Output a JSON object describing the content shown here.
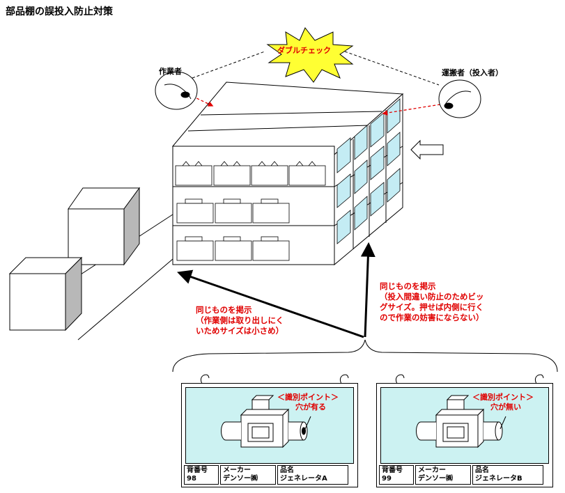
{
  "title": "部品棚の誤投入防止対策",
  "labels": {
    "worker": "作業者",
    "carrier": "運搬者（投入者）",
    "double_check": "ダブルチェック"
  },
  "notes": {
    "small": [
      "同じものを掲示",
      "（作業側は取り出しにく",
      "いためサイズは小さめ）"
    ],
    "big": [
      "同じものを掲示",
      "（投入間違い防止のためビッ",
      "グサイズ。押せば内側に行く",
      "ので作業の妨害にならない）"
    ]
  },
  "cards": [
    {
      "point_label": "＜識別ポイント＞",
      "point_desc": "穴が有る",
      "has_hole": true,
      "fields": [
        {
          "label": "背番号",
          "value": "98"
        },
        {
          "label": "メーカー",
          "value": "デンソー㈱"
        },
        {
          "label": "品名",
          "value": "ジェネレータA"
        }
      ]
    },
    {
      "point_label": "＜識別ポイント＞",
      "point_desc": "穴が無い",
      "has_hole": false,
      "fields": [
        {
          "label": "背番号",
          "value": "99"
        },
        {
          "label": "メーカー",
          "value": "デンソー㈱"
        },
        {
          "label": "品名",
          "value": "ジェネレータB"
        }
      ]
    }
  ],
  "colors": {
    "note_text": "#e00000",
    "card_fill": "#ccf2f2",
    "burst_fill": "#ffff33",
    "burst_text": "#e00000",
    "shelf_side_label": "#c4ecf4"
  }
}
